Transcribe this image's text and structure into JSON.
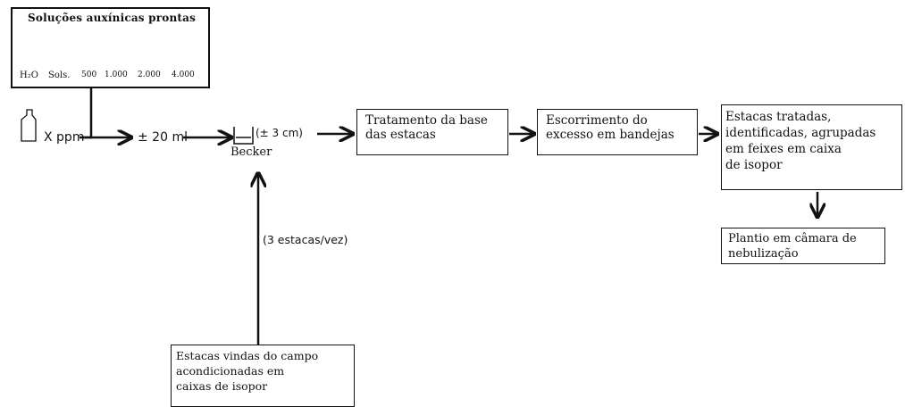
{
  "solutions": {
    "title": "Soluções auxínicas prontas",
    "labels": [
      "H₂O",
      "Sols.",
      "500",
      "1.000",
      "2.000",
      "4.000"
    ]
  },
  "source_label": "X ppm",
  "volume_label": "± 20 ml",
  "beaker": {
    "label": "Becker",
    "depth_label": "(± 3 cm)"
  },
  "cuttings_per_time": "(3 estacas/vez)",
  "origin_box": "Estacas vindas do campo\nacondicionadas em\ncaixas de isopor",
  "steps": {
    "treatment": "Tratamento da base\ndas estacas",
    "drain": "Escorrimento do\nexcesso em bandejas",
    "treated": "Estacas tratadas,\nidentificadas, agrupadas\nem feixes em caixa\nde isopor",
    "planting": "Plantio em câmara de\nnebulização"
  }
}
